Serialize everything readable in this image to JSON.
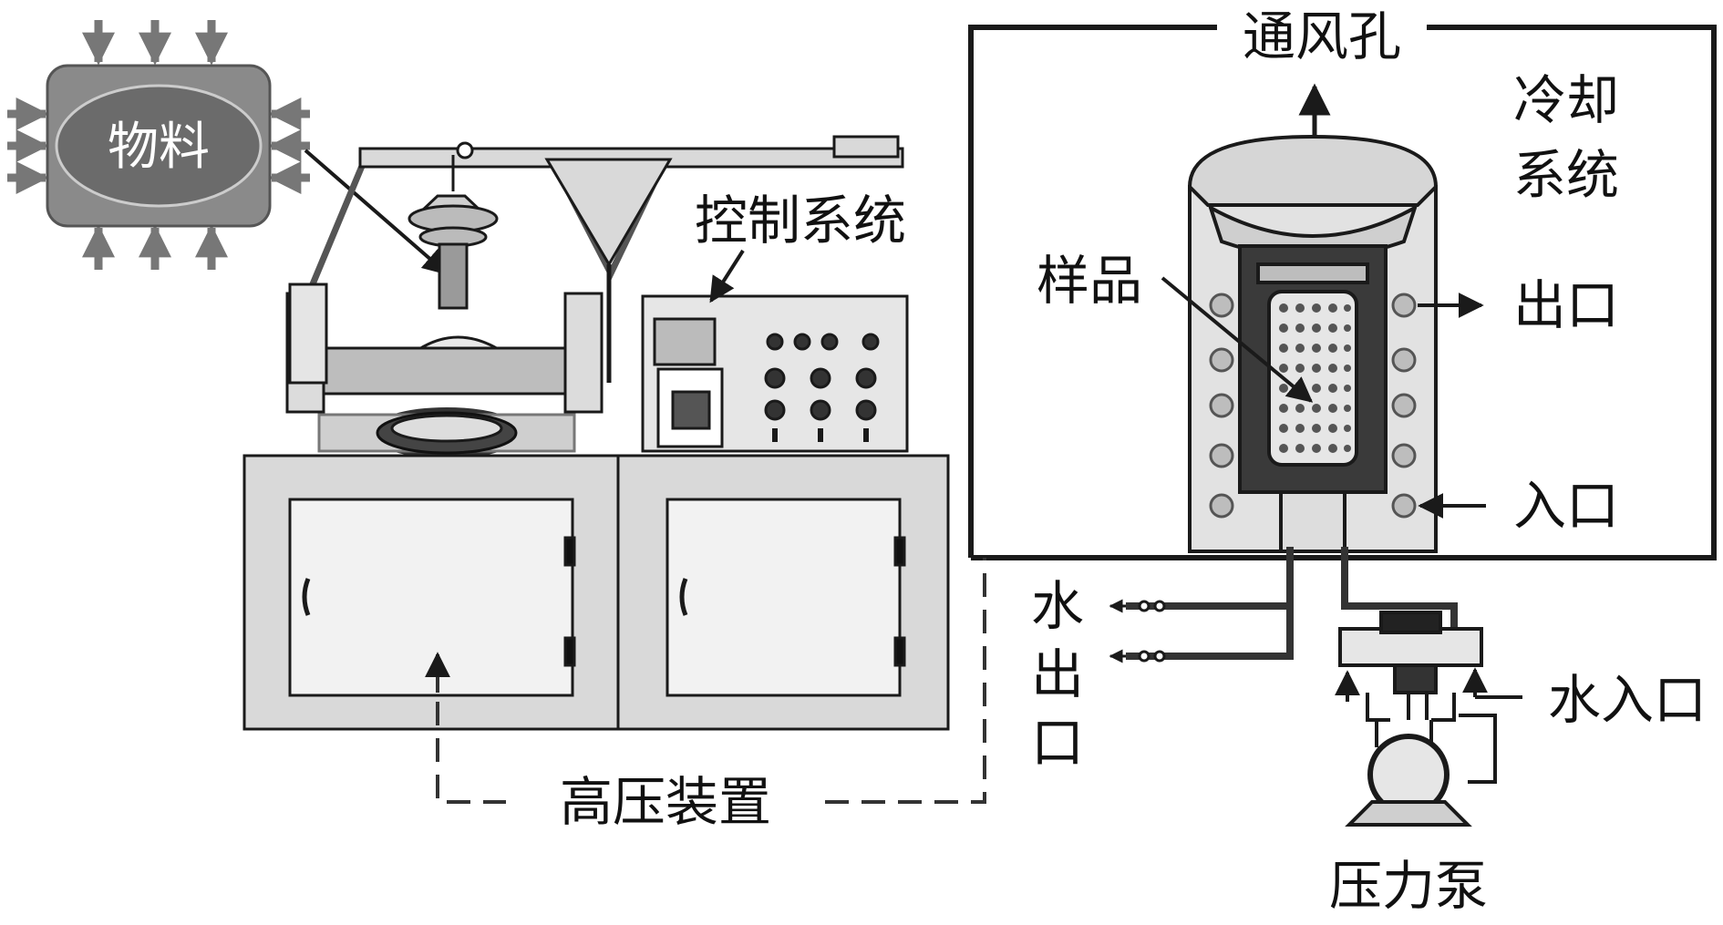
{
  "labels": {
    "material": "物料",
    "control_system": "控制系统",
    "vent_hole": "通风孔",
    "cooling_line1": "冷却",
    "cooling_line2": "系统",
    "sample": "样品",
    "outlet": "出口",
    "inlet": "入口",
    "water_out_1": "水",
    "water_out_2": "出",
    "water_out_3": "口",
    "water_inlet": "水入口",
    "high_pressure_device": "高压装置",
    "pressure_pump": "压力泵"
  },
  "colors": {
    "line": "#1a1a1a",
    "machine_fill": "#d9d9d9",
    "machine_light": "#eeeeee",
    "chamber_fill": "#333333",
    "material_block": "#8a8a8a",
    "material_ellipse": "#6b6b6b"
  }
}
